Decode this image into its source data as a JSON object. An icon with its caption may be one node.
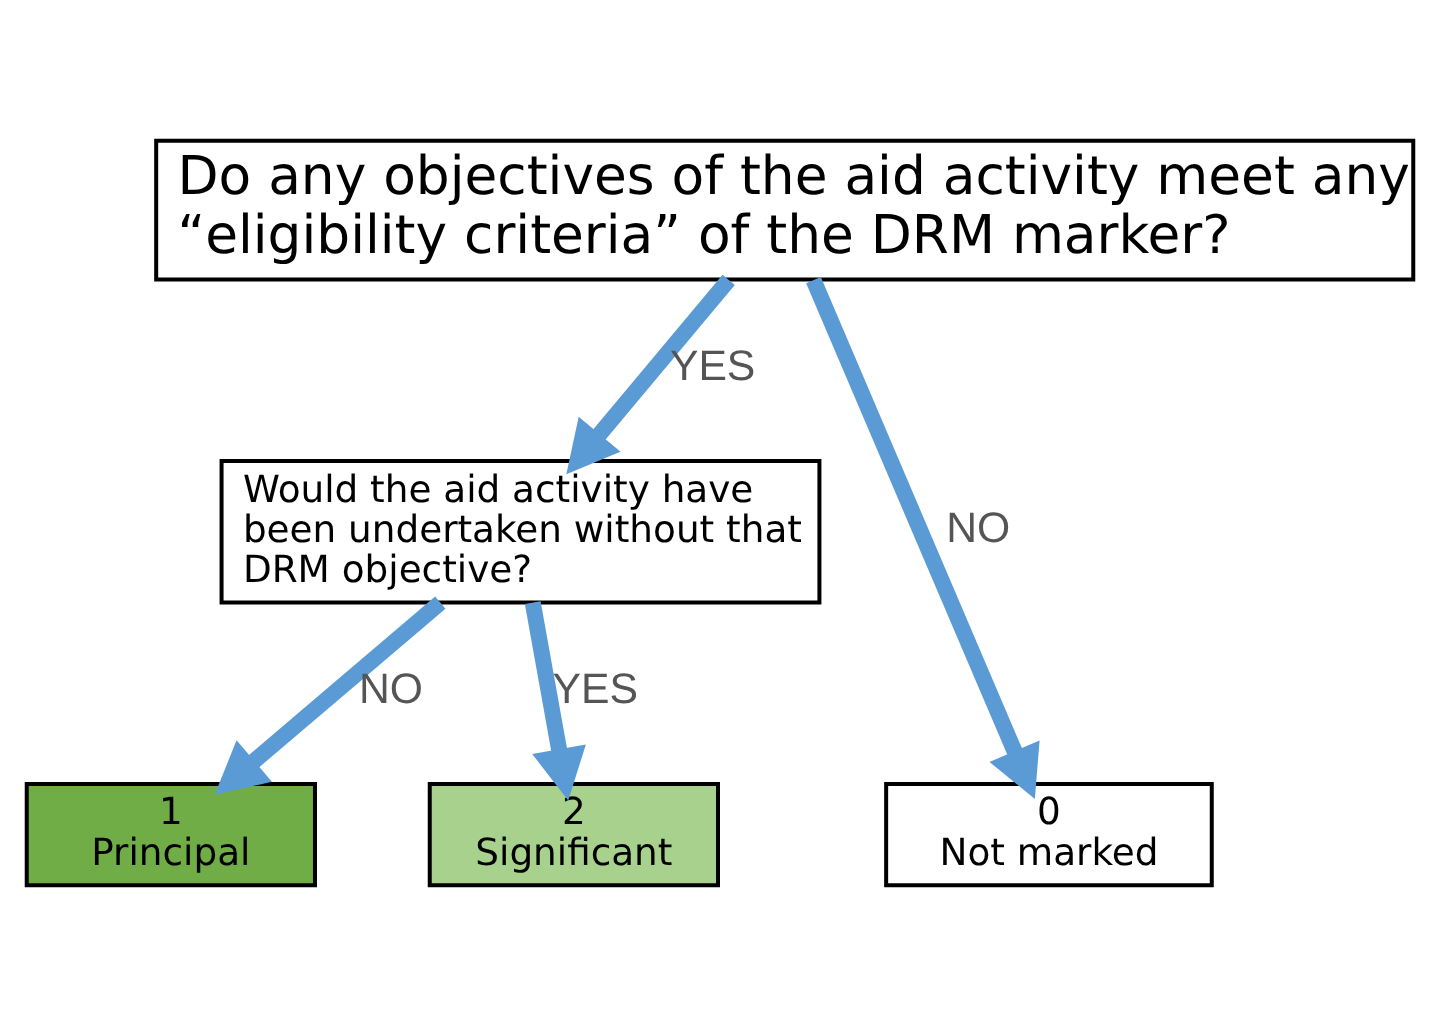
{
  "diagram": {
    "nodes": [
      {
        "text": [
          "Do any objectives of the aid activity meet any “eligibility criteria” of the DRM marker?"
        ]
      },
      {
        "text": [
          "Would the aid activity have been undertaken without that DRM objective?"
        ]
      },
      {
        "text": [
          "1",
          "Principal"
        ]
      },
      {
        "text": [
          "2",
          "Significant"
        ]
      },
      {
        "text": [
          "0",
          "Not marked"
        ]
      }
    ],
    "edges": [
      {
        "from": 0,
        "to": 1,
        "arrow": "to",
        "label": "YES"
      },
      {
        "from": 0,
        "to": 4,
        "arrow": "to",
        "label": "NO"
      },
      {
        "from": 1,
        "to": 2,
        "arrow": "to",
        "label": "NO"
      },
      {
        "from": 1,
        "to": 3,
        "arrow": "to",
        "label": "YES"
      }
    ]
  }
}
